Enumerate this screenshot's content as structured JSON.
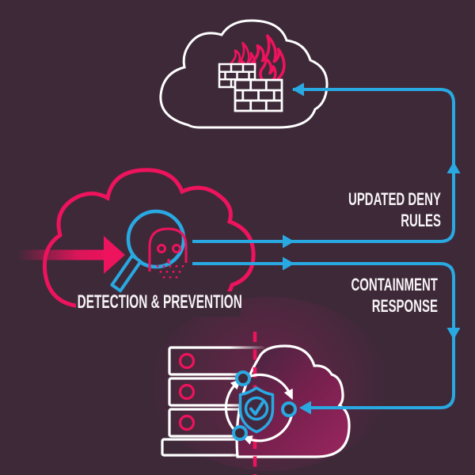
{
  "background": "#3E2939",
  "colors": {
    "pink": "#ED135C",
    "blue": "#29A9E2",
    "white": "#FFFFFF",
    "cloud_fill_dark": "#432640",
    "cloud_fill_maroon": "#9B2660",
    "text": "#F6F3F5"
  },
  "labels": {
    "detection": "DETECTION & PREVENTION",
    "updated_deny": {
      "line1": "UPDATED DENY",
      "line2": "RULES"
    },
    "containment": {
      "line1": "CONTAINMENT",
      "line2": "RESPONSE"
    }
  },
  "icons": {
    "threat_cloud": "cloud-outline-icon",
    "fire": "fire-icon",
    "firewall": "brick-wall-icon",
    "detection_cloud": "cloud-outline-icon",
    "magnifier": "magnifier-icon",
    "skull": "skull-malware-icon",
    "ingress_arrow": "arrow-right-icon",
    "servers": "server-stack-icon",
    "server_leds": "led-circle-icon",
    "response_cloud": "cloud-filled-icon",
    "quarantine_line": "dashed-line-icon",
    "sync": "sync-arrows-icon",
    "shield": "shield-check-icon",
    "nodes": "node-dot-icon",
    "flow_arrows": "flow-arrowhead-icon"
  },
  "flows": [
    {
      "label": "UPDATED DENY RULES",
      "from": "detection-cloud",
      "to": "threat-cloud"
    },
    {
      "label": "CONTAINMENT RESPONSE",
      "from": "detection-cloud",
      "to": "server-stack"
    }
  ]
}
